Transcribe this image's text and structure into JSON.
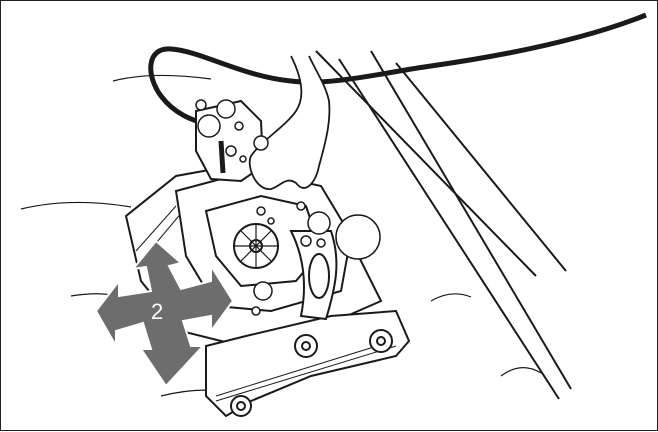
{
  "illustration": {
    "step_number": "2",
    "colors": {
      "line": "#1a1a1a",
      "arrow_fill": "#6d6d6d",
      "arrow_text": "#ffffff",
      "background": "#ffffff"
    },
    "icons": [
      "pool-robot-cleaner",
      "hand",
      "power-cable",
      "move-arrows-icon",
      "bubbles"
    ]
  }
}
